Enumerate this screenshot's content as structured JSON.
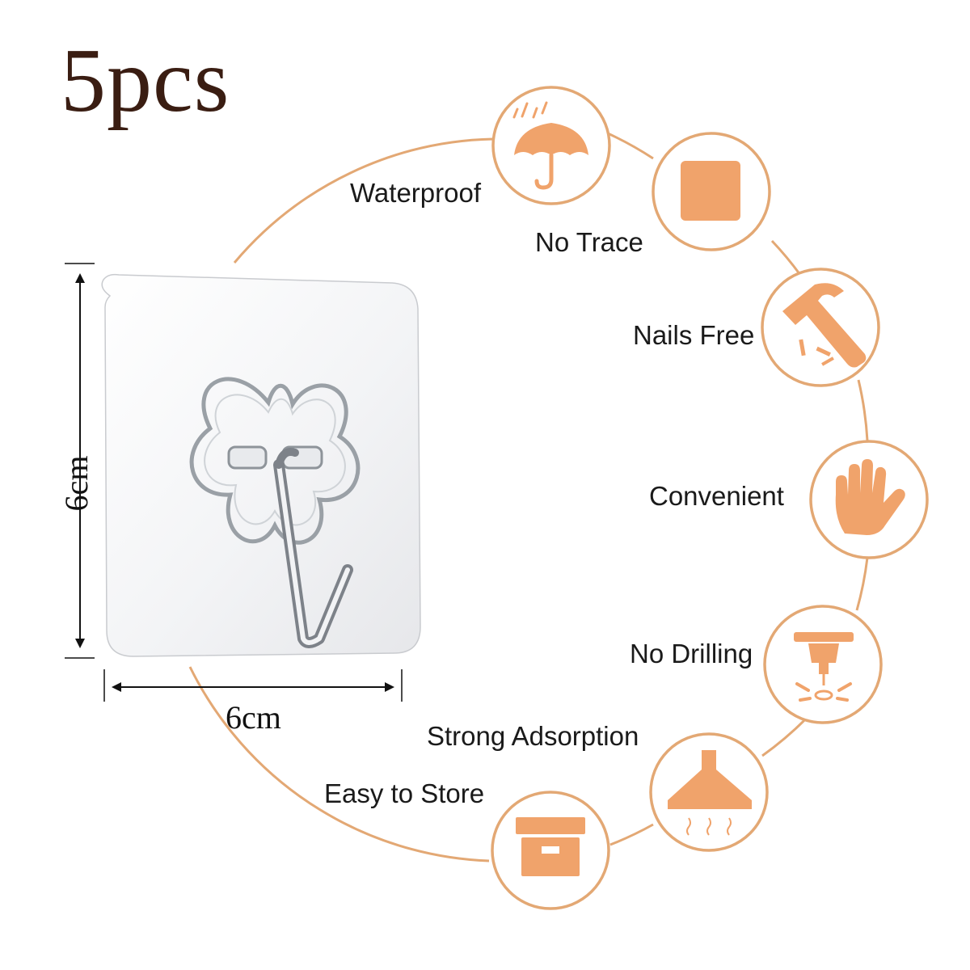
{
  "product": {
    "quantity_label": "5pcs"
  },
  "dimensions": {
    "height_label": "6cm",
    "width_label": "6cm"
  },
  "features": [
    {
      "label": "Waterproof",
      "icon": "umbrella-icon"
    },
    {
      "label": "No Trace",
      "icon": "square-icon"
    },
    {
      "label": "Nails Free",
      "icon": "hammer-nails-icon"
    },
    {
      "label": "Convenient",
      "icon": "hand-icon"
    },
    {
      "label": "No Drilling",
      "icon": "drill-icon"
    },
    {
      "label": "Strong Adsorption",
      "icon": "range-hood-icon"
    },
    {
      "label": "Easy to Store",
      "icon": "storage-box-icon"
    }
  ],
  "colors": {
    "accent": "#f0a36b",
    "ring": "#e3a874",
    "quantity_text": "#3a1d12"
  }
}
